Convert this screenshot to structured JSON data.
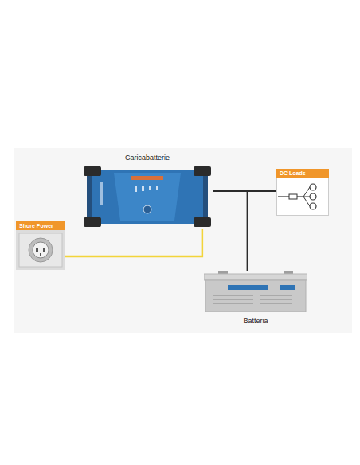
{
  "diagram": {
    "nodes": [
      {
        "text": [
          "Shore Power"
        ]
      },
      {
        "text": [
          "Caricabatterie"
        ]
      },
      {
        "text": [
          "DC Loads"
        ]
      },
      {
        "text": [
          "Batteria"
        ]
      }
    ],
    "edges": [
      {
        "from": 0,
        "to": 1,
        "arrow": "none"
      },
      {
        "from": 1,
        "to": 2,
        "arrow": "none"
      },
      {
        "from": 1,
        "to": 3,
        "arrow": "none"
      }
    ]
  }
}
